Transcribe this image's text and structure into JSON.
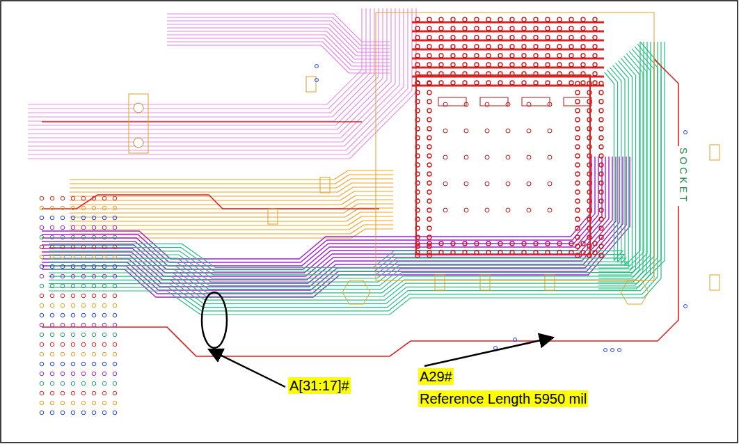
{
  "diagram": {
    "labels": [
      "A[31:17]#",
      "A29#",
      "Reference Length 5950 mil",
      "SOCKET"
    ]
  }
}
